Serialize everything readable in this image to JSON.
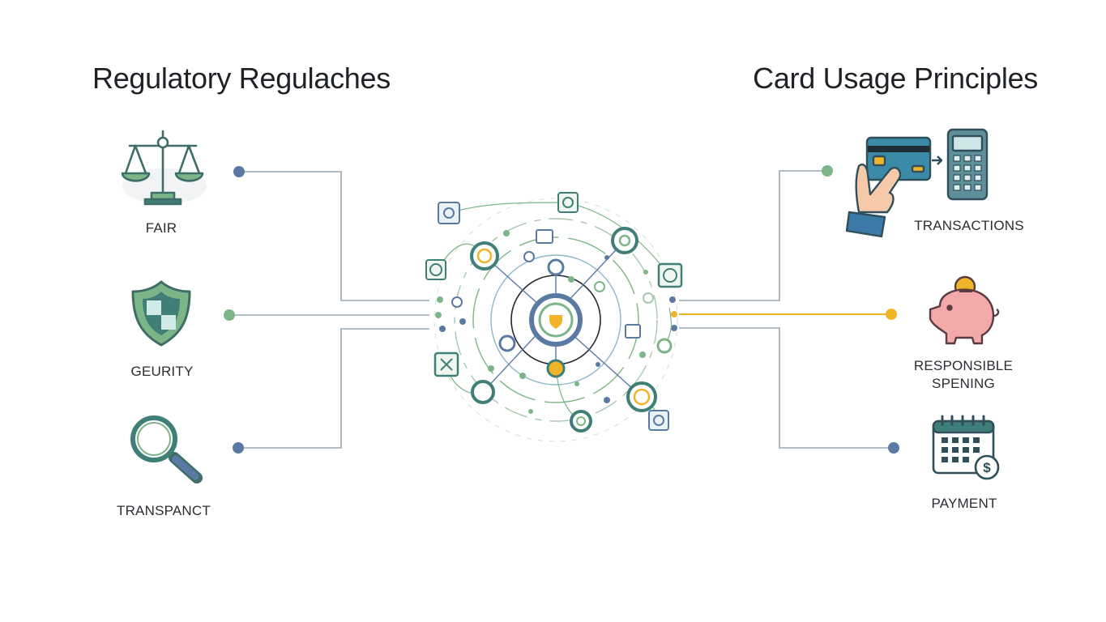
{
  "left": {
    "title": "Regulatory Regulaches",
    "items": [
      {
        "label": "FAIR",
        "icon": "scales-icon"
      },
      {
        "label": "GEURITY",
        "icon": "shield-icon"
      },
      {
        "label": "TRANSPANCT",
        "icon": "magnifier-icon"
      }
    ]
  },
  "right": {
    "title": "Card Usage Principles",
    "items": [
      {
        "label": "TRANSACTIONS",
        "icon": "card-terminal-icon"
      },
      {
        "label_line1": "RESPONSIBLE",
        "label_line2": "SPENING",
        "icon": "piggy-bank-icon"
      },
      {
        "label": "PAYMENT",
        "icon": "calendar-payment-icon"
      }
    ]
  },
  "colors": {
    "teal": "#3f7f78",
    "green": "#7cb587",
    "blue": "#5b7aa3",
    "gold": "#f0b429",
    "line": "#9aa7b3"
  }
}
